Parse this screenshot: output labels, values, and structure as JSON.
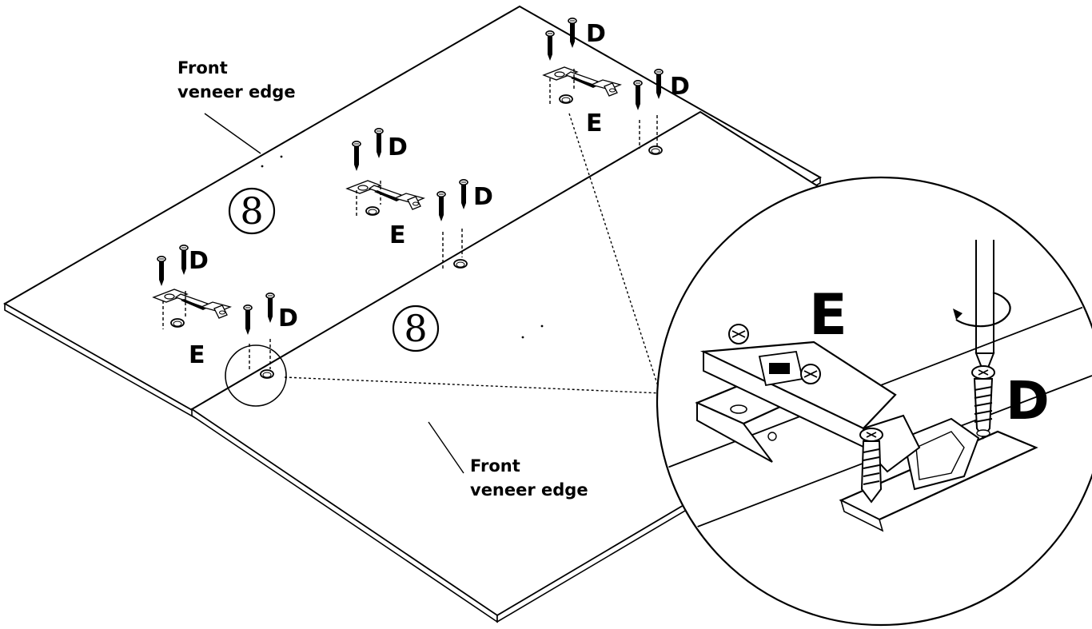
{
  "labels": {
    "front_edge_top": [
      "Front",
      "veneer edge"
    ],
    "front_edge_bottom": [
      "Front",
      "veneer edge"
    ],
    "screw": "D",
    "hinge": "E",
    "panel_number": "8",
    "detail_hinge": "E",
    "detail_screw": "D"
  },
  "colors": {
    "line": "#000000",
    "fill": "#ffffff"
  }
}
